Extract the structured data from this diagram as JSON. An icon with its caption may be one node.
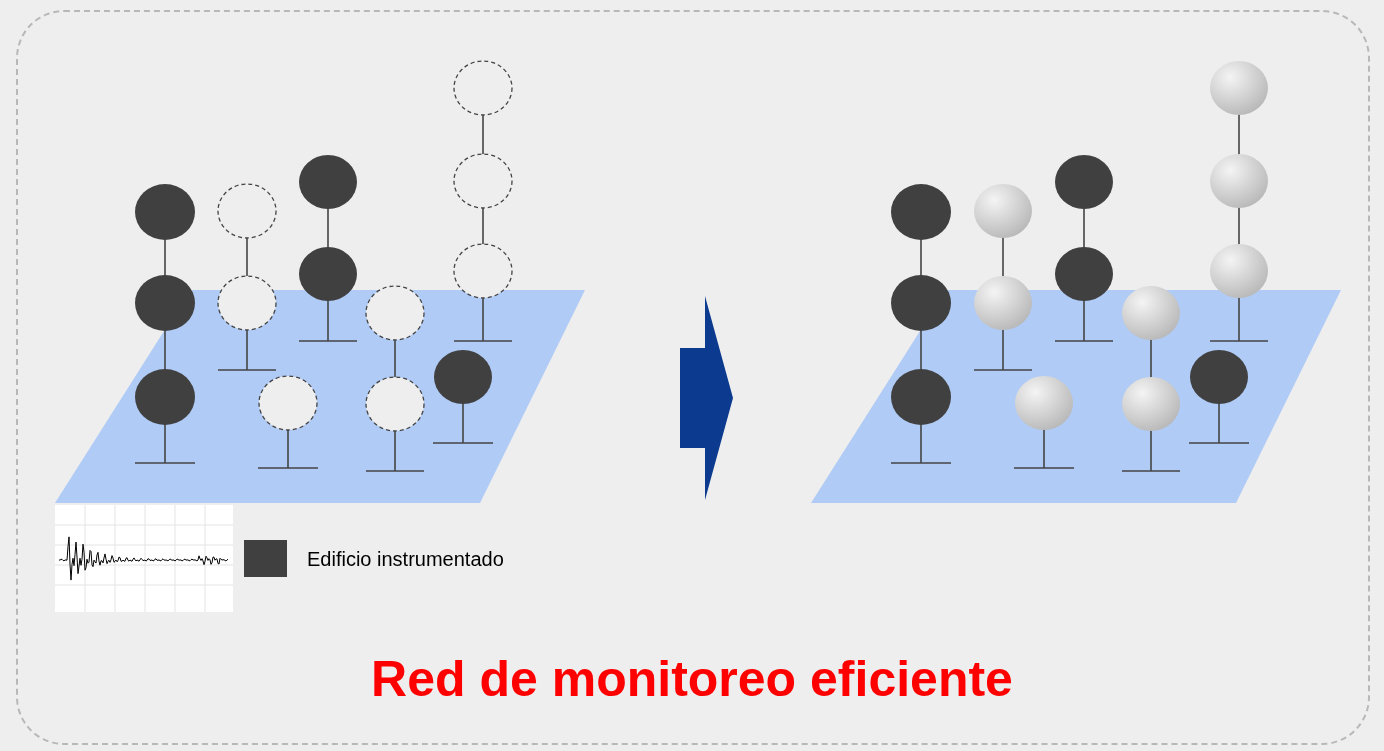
{
  "diagram": {
    "caption": "Red de monitoreo eficiente",
    "nodes": [
      {
        "text": [],
        "shape": "picture"
      },
      {
        "text": [],
        "shape": "picture"
      }
    ],
    "edges": [
      {
        "from": 0,
        "to": 1,
        "arrow": "to"
      }
    ],
    "legend": [
      {
        "text": "Edificio instrumentado",
        "color": "#404040"
      }
    ]
  }
}
